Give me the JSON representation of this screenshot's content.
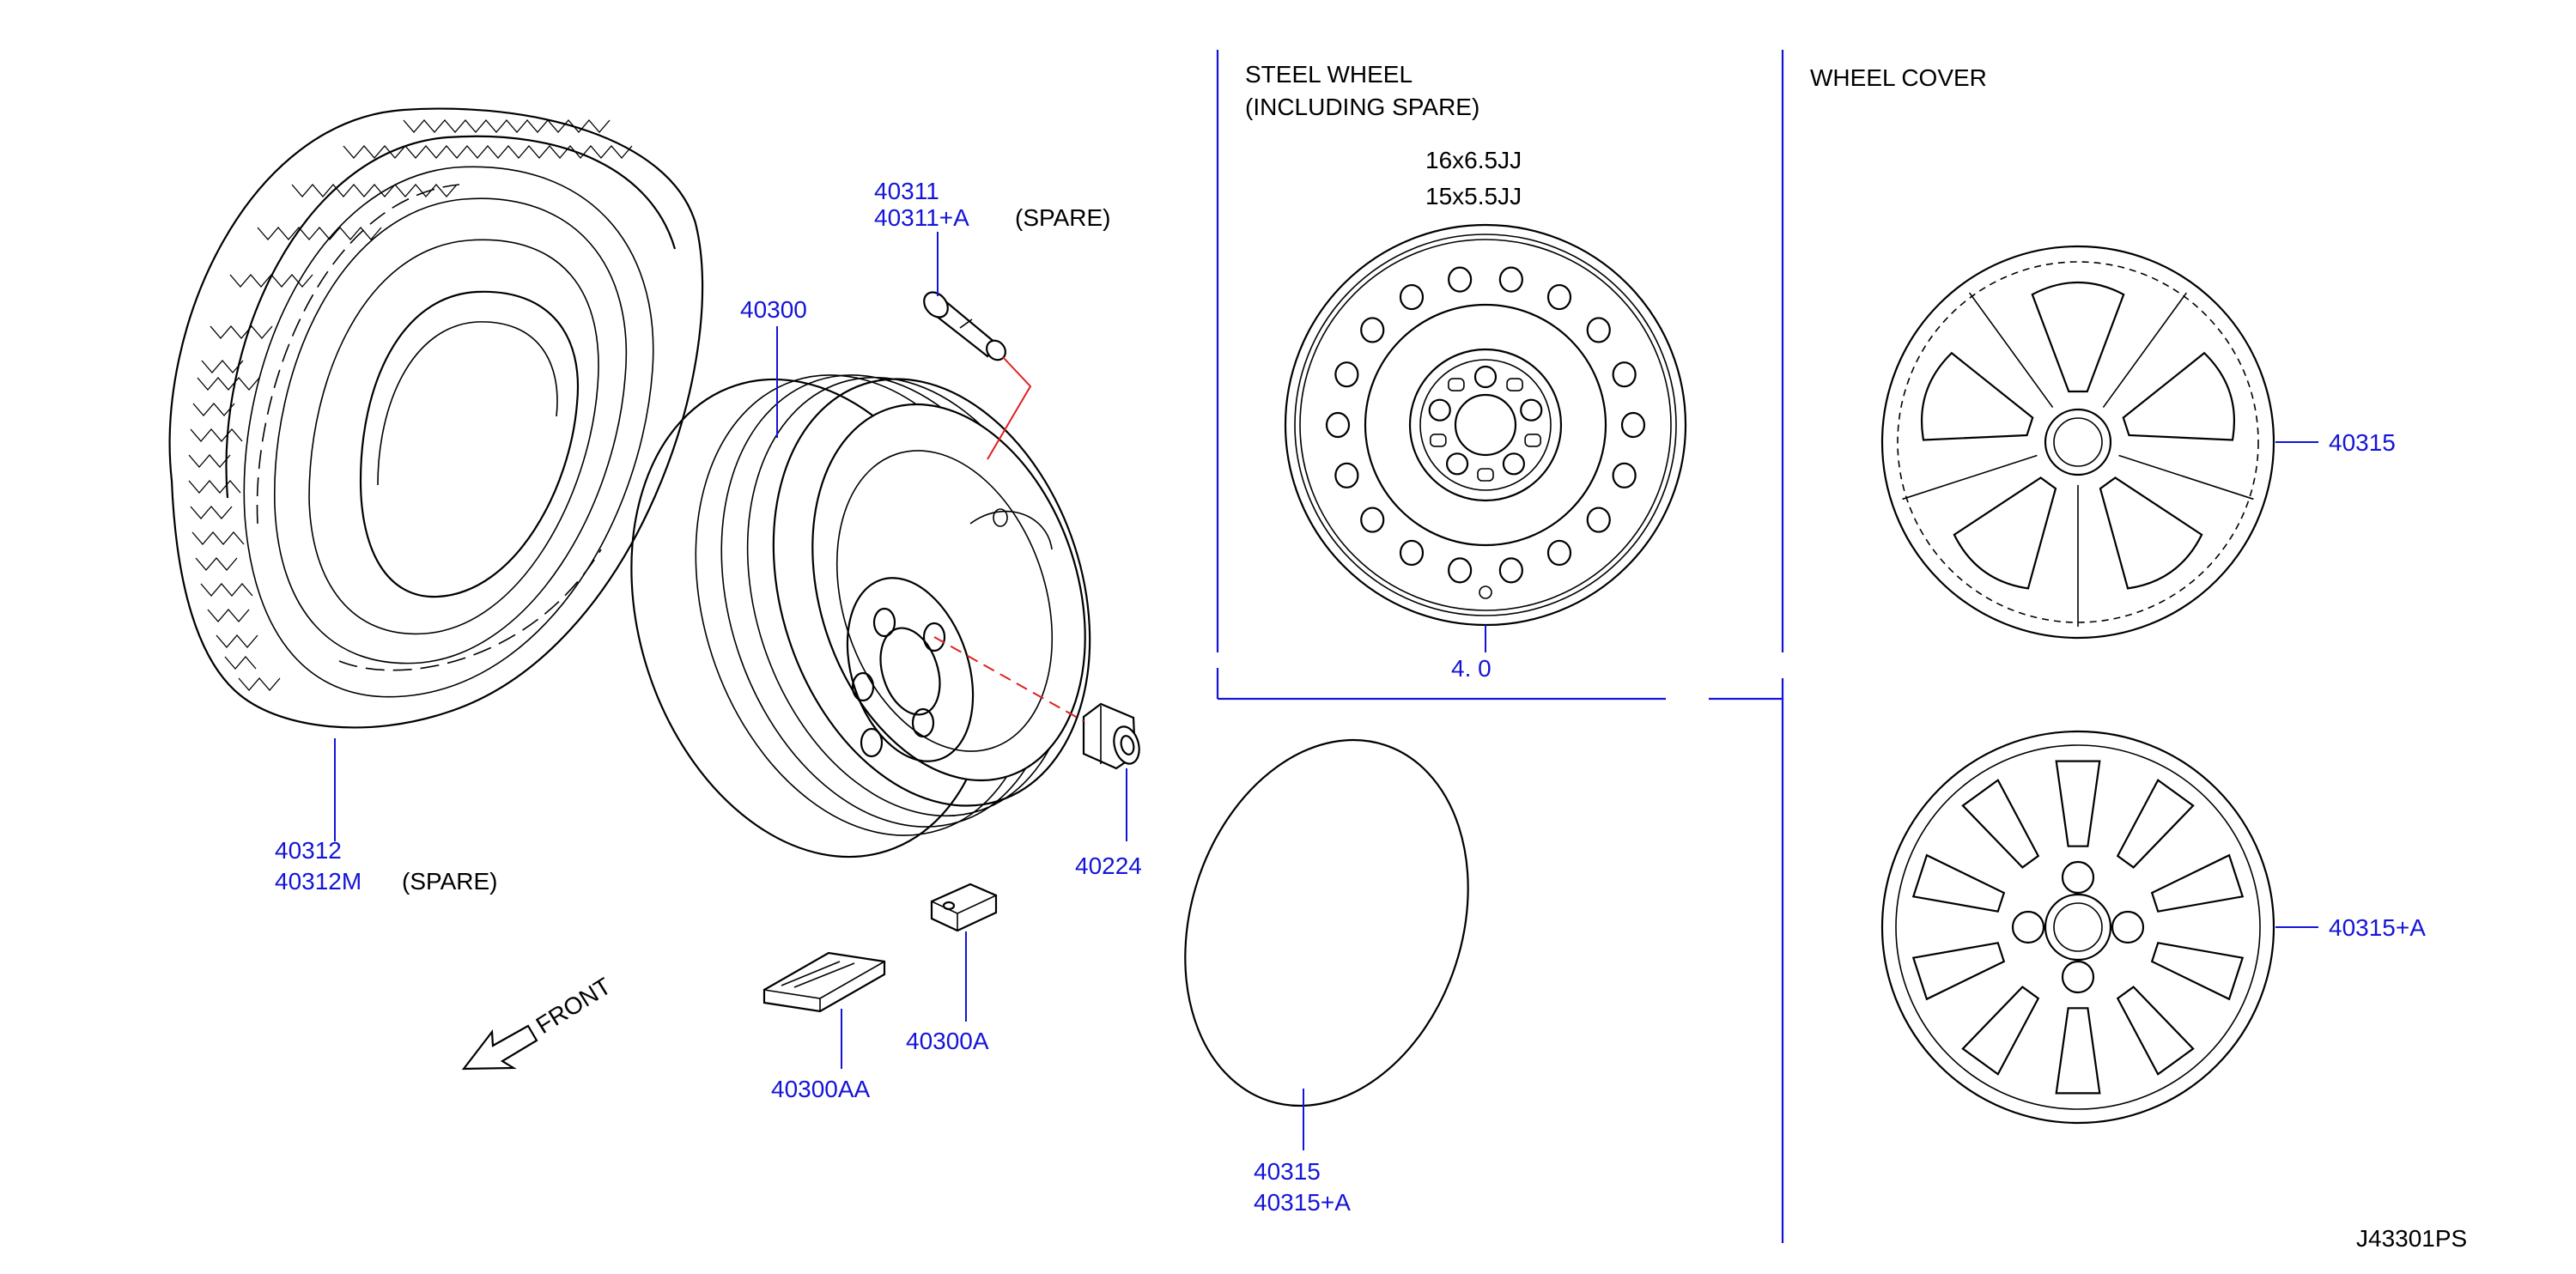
{
  "sections": {
    "steel_wheel_title_1": "STEEL  WHEEL",
    "steel_wheel_title_2": "(INCLUDING  SPARE)",
    "wheel_cover_title": "WHEEL  COVER",
    "size_1": "16x6.5JJ",
    "size_2": "15x5.5JJ",
    "obscured_callout": "4.  0"
  },
  "callouts": {
    "valve_1": "40311",
    "valve_2": "40311+A",
    "valve_spare": "(SPARE)",
    "wheel": "40300",
    "tire_1": "40312",
    "tire_2": "40312M",
    "tire_spare": "(SPARE)",
    "nut": "40224",
    "weight_clip": "40300A",
    "weight_adhesive": "40300AA",
    "ornament_1": "40315",
    "ornament_2": "40315+A",
    "cover_a": "40315",
    "cover_b": "40315+A"
  },
  "front_label": "FRONT",
  "figure_id": "J43301PS",
  "colors": {
    "part_number": "#1414d8",
    "leader": "#1414d8",
    "valve_line": "#e02020",
    "outline": "#000000"
  }
}
